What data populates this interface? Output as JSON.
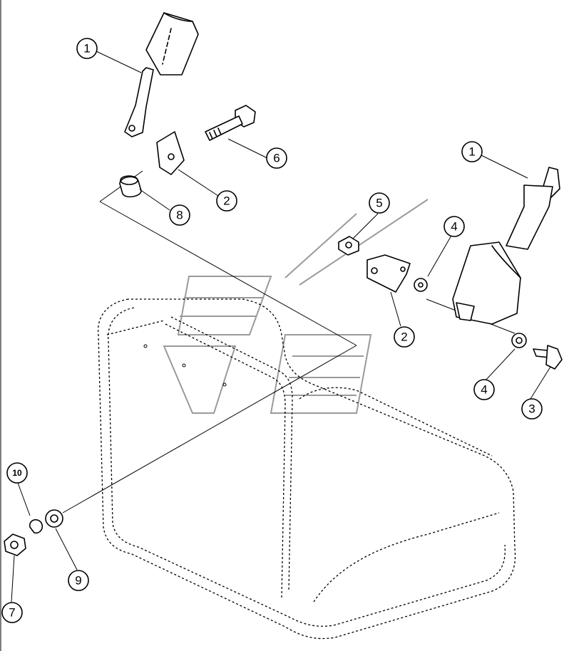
{
  "callouts": [
    {
      "id": "c1a",
      "label": "1"
    },
    {
      "id": "c6",
      "label": "6"
    },
    {
      "id": "c2a",
      "label": "2"
    },
    {
      "id": "c8",
      "label": "8"
    },
    {
      "id": "c1b",
      "label": "1"
    },
    {
      "id": "c5",
      "label": "5"
    },
    {
      "id": "c4a",
      "label": "4"
    },
    {
      "id": "c2b",
      "label": "2"
    },
    {
      "id": "c4b",
      "label": "4"
    },
    {
      "id": "c3",
      "label": "3"
    },
    {
      "id": "c10",
      "label": "10"
    },
    {
      "id": "c7",
      "label": "7"
    },
    {
      "id": "c9",
      "label": "9"
    }
  ]
}
